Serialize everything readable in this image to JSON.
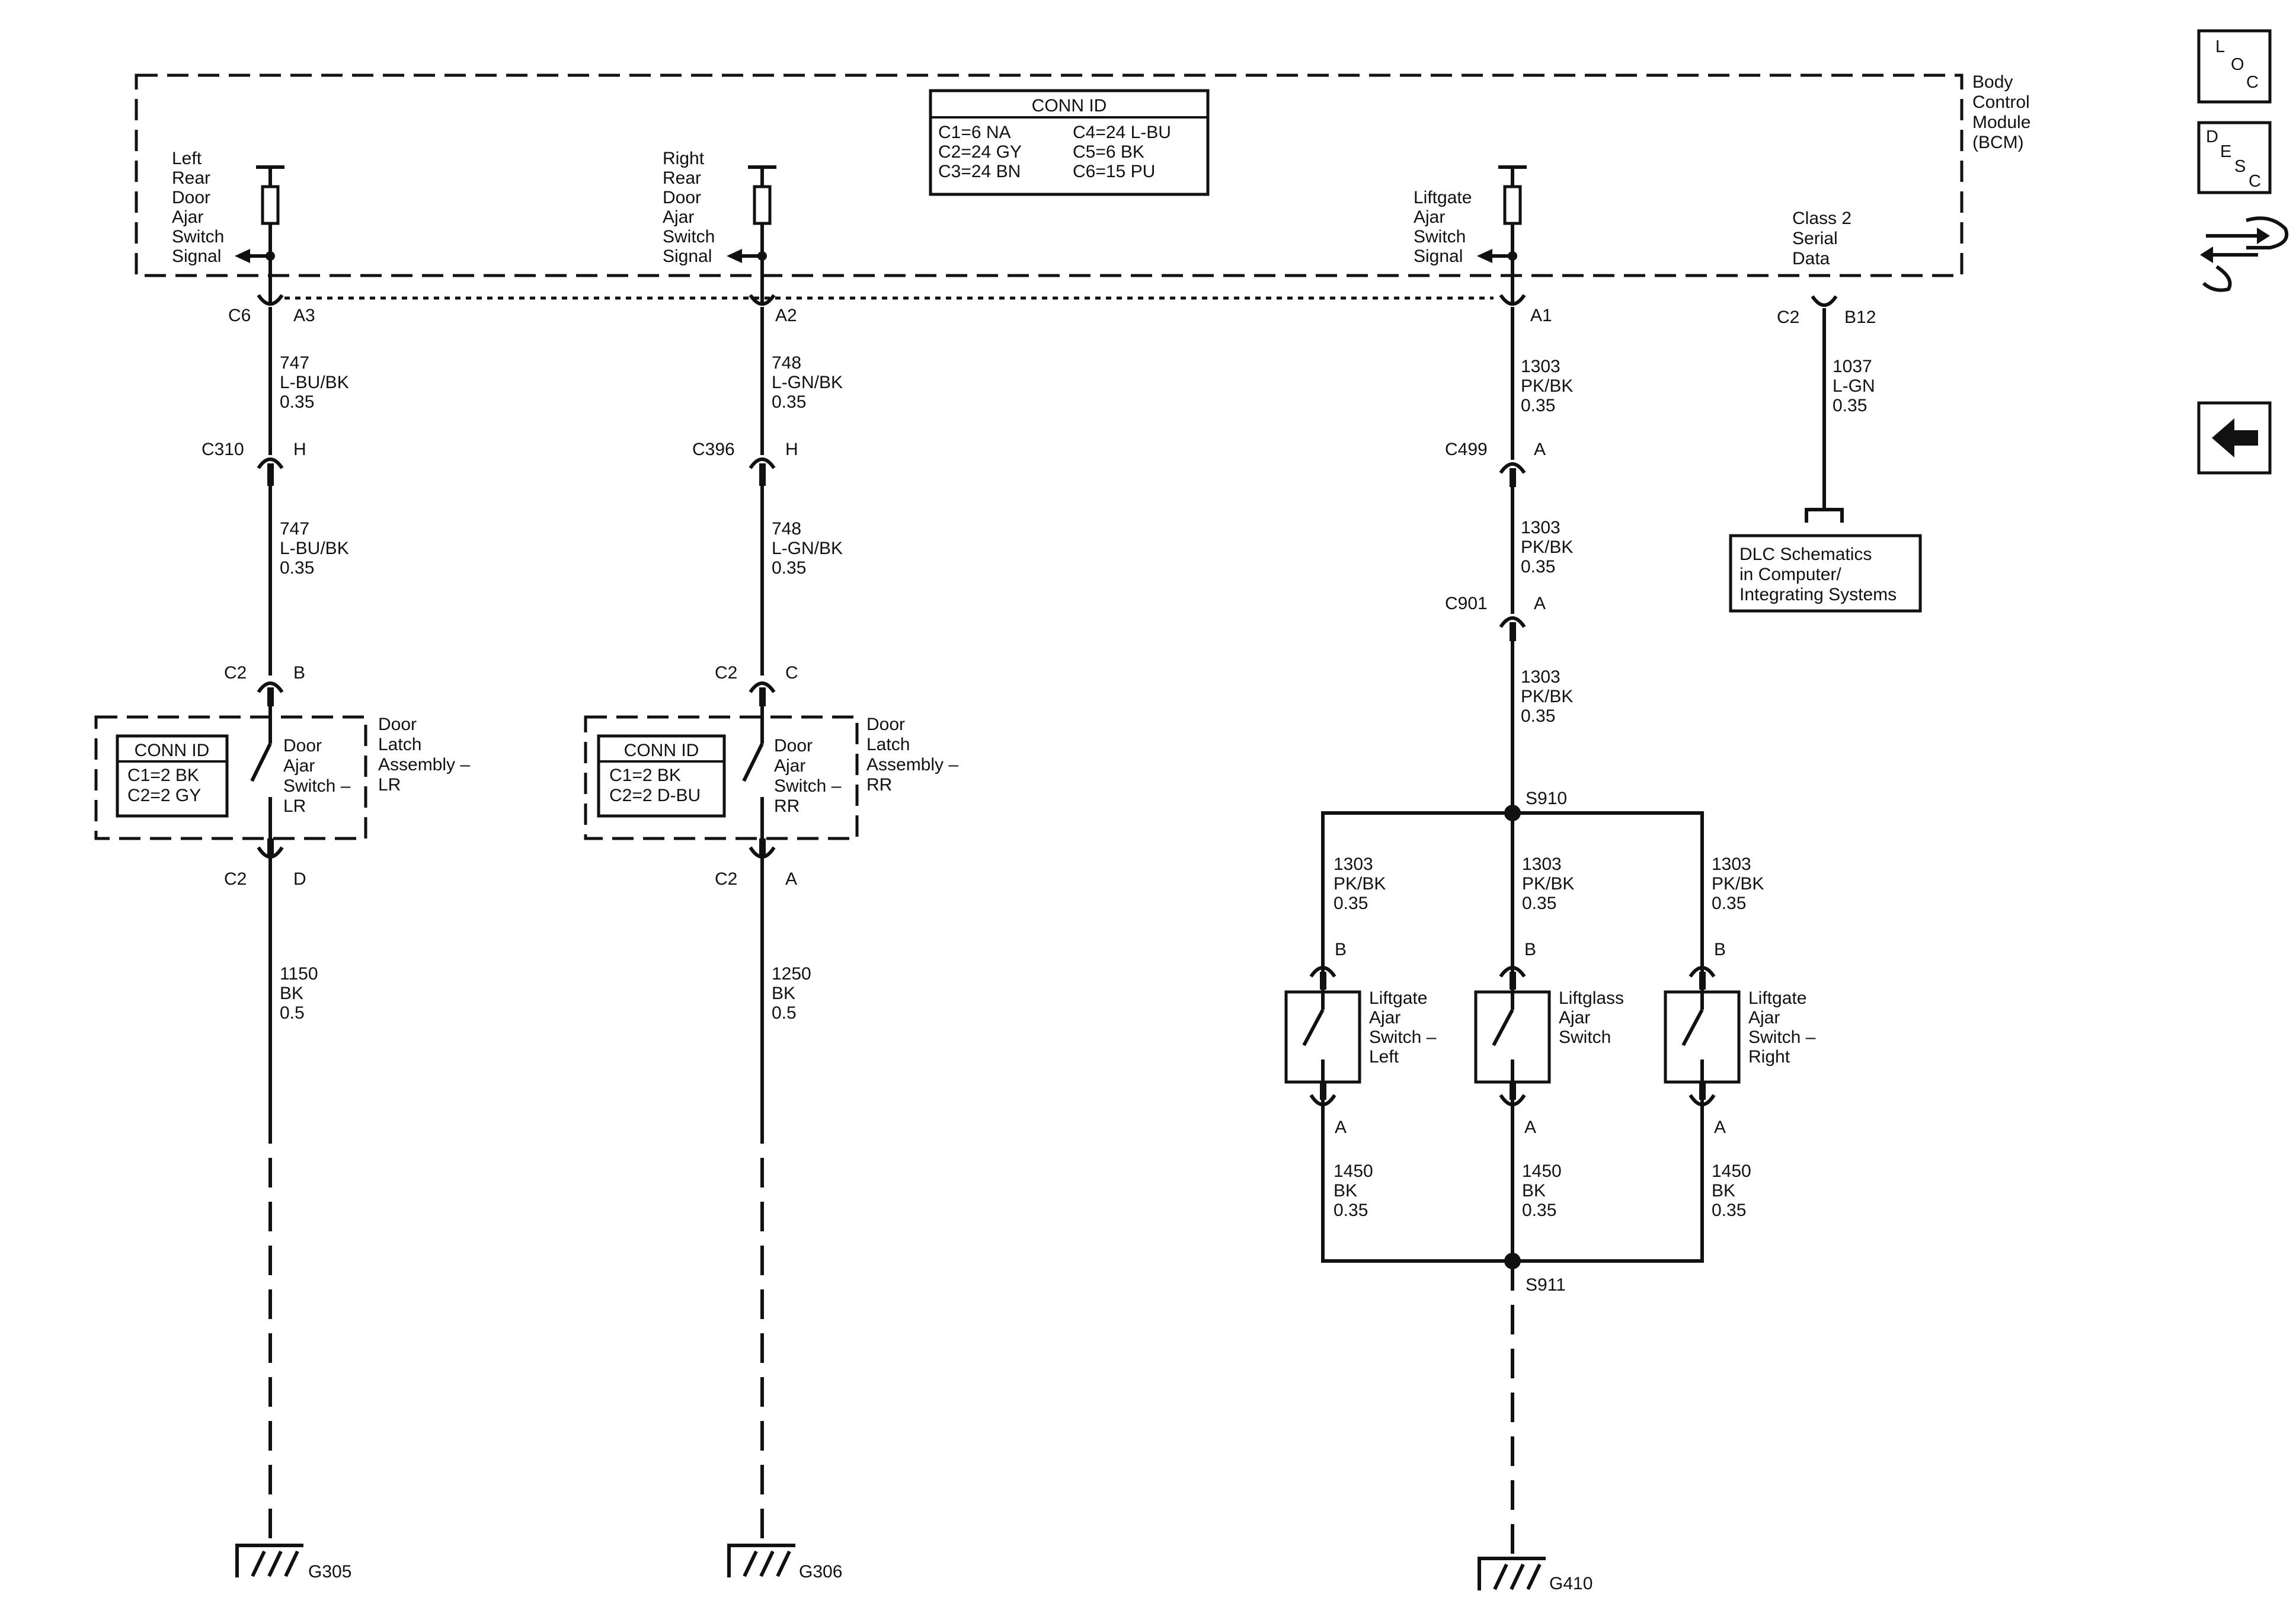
{
  "bcm": {
    "label": [
      "Body",
      "Control",
      "Module",
      "(BCM)"
    ],
    "conn_title": "CONN ID",
    "conn_left": [
      "C1=6 NA",
      "C2=24 GY",
      "C3=24 BN"
    ],
    "conn_right": [
      "C4=24 L-BU",
      "C5=6 BK",
      "C6=15 PU"
    ]
  },
  "circuit_lr": {
    "signal": [
      "Left",
      "Rear",
      "Door",
      "Ajar",
      "Switch",
      "Signal"
    ],
    "bcm_conn": "C6",
    "bcm_pin": "A3",
    "wire1": [
      "747",
      "L-BU/BK",
      "0.35"
    ],
    "inline_conn": "C310",
    "inline_pin": "H",
    "wire2": [
      "747",
      "L-BU/BK",
      "0.35"
    ],
    "latch_conn_top": "C2",
    "latch_pin_top": "B",
    "latch_conn_bot": "C2",
    "latch_pin_bot": "D",
    "conn_title": "CONN ID",
    "conn_lines": [
      "C1=2 BK",
      "C2=2 GY"
    ],
    "switch": [
      "Door",
      "Ajar",
      "Switch –",
      "LR"
    ],
    "assembly": [
      "Door",
      "Latch",
      "Assembly –",
      "LR"
    ],
    "wire3": [
      "1150",
      "BK",
      "0.5"
    ],
    "ground": "G305"
  },
  "circuit_rr": {
    "signal": [
      "Right",
      "Rear",
      "Door",
      "Ajar",
      "Switch",
      "Signal"
    ],
    "bcm_conn": "",
    "bcm_pin": "A2",
    "wire1": [
      "748",
      "L-GN/BK",
      "0.35"
    ],
    "inline_conn": "C396",
    "inline_pin": "H",
    "wire2": [
      "748",
      "L-GN/BK",
      "0.35"
    ],
    "latch_conn_top": "C2",
    "latch_pin_top": "C",
    "latch_conn_bot": "C2",
    "latch_pin_bot": "A",
    "conn_title": "CONN ID",
    "conn_lines": [
      "C1=2 BK",
      "C2=2 D-BU"
    ],
    "switch": [
      "Door",
      "Ajar",
      "Switch –",
      "RR"
    ],
    "assembly": [
      "Door",
      "Latch",
      "Assembly –",
      "RR"
    ],
    "wire3": [
      "1250",
      "BK",
      "0.5"
    ],
    "ground": "G306"
  },
  "circuit_lg": {
    "signal": [
      "Liftgate",
      "Ajar",
      "Switch",
      "Signal"
    ],
    "bcm_pin": "A1",
    "wire1": [
      "1303",
      "PK/BK",
      "0.35"
    ],
    "c499": "C499",
    "c499_pin": "A",
    "wire2": [
      "1303",
      "PK/BK",
      "0.35"
    ],
    "c901": "C901",
    "c901_pin": "A",
    "wire3": [
      "1303",
      "PK/BK",
      "0.35"
    ],
    "splice_top": "S910",
    "branch_wire": [
      "1303",
      "PK/BK",
      "0.35"
    ],
    "pin_top": "B",
    "pin_bot": "A",
    "sw_left": [
      "Liftgate",
      "Ajar",
      "Switch –",
      "Left"
    ],
    "sw_mid": [
      "Liftglass",
      "Ajar",
      "Switch"
    ],
    "sw_right": [
      "Liftgate",
      "Ajar",
      "Switch –",
      "Right"
    ],
    "return_wire": [
      "1450",
      "BK",
      "0.35"
    ],
    "splice_bot": "S911",
    "ground": "G410"
  },
  "class2": {
    "label": [
      "Class 2",
      "Serial",
      "Data"
    ],
    "conn": "C2",
    "pin": "B12",
    "wire": [
      "1037",
      "L-GN",
      "0.35"
    ],
    "dlc": [
      "DLC Schematics",
      "in Computer/",
      "Integrating Systems"
    ]
  },
  "nav": {
    "loc": [
      "L",
      "O",
      "C"
    ],
    "desc": [
      "D",
      "E",
      "S",
      "C"
    ]
  }
}
